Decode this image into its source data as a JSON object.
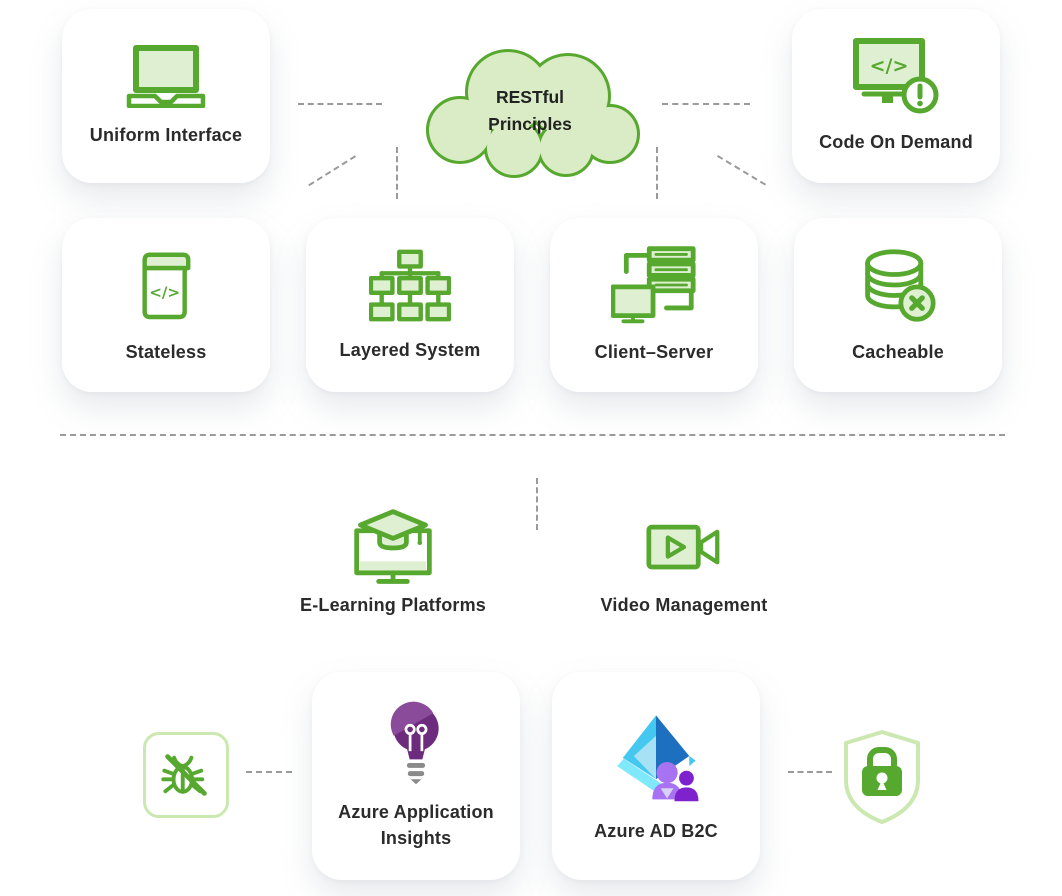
{
  "palette": {
    "green": "#57a82f",
    "green_fill": "#dff0d2",
    "cloud_fill": "#d9ecc5",
    "pale_green_border": "#cbe8b0",
    "dash_gray": "#9a9a9a",
    "text": "#2b2b2b",
    "insights_purple": "#6d2b7e",
    "insights_purple_light": "#8a4b9b",
    "base_gray": "#8a8a8a",
    "b2c_blue_dark": "#1d6fc0",
    "b2c_cyan": "#45c8f0",
    "b2c_cyan_pale": "#a6e1f6",
    "b2c_cyan_bright": "#7fe9fb",
    "b2c_purple_light": "#a873f3",
    "b2c_purple_dark": "#7d22cc"
  },
  "cloud": {
    "line1": "RESTful",
    "line2": "Principles"
  },
  "principle_cards": [
    {
      "label": "Uniform Interface",
      "icon": "laptop-icon"
    },
    {
      "label": "Code On Demand",
      "icon": "code-monitor-alert-icon"
    },
    {
      "label": "Stateless",
      "icon": "code-book-icon"
    },
    {
      "label": "Layered System",
      "icon": "hierarchy-icon"
    },
    {
      "label": "Client–Server",
      "icon": "client-server-icon"
    },
    {
      "label": "Cacheable",
      "icon": "database-cross-icon"
    }
  ],
  "application_items": [
    {
      "label": "E-Learning Platforms",
      "icon": "elearning-monitor-icon"
    },
    {
      "label": "Video Management",
      "icon": "video-camera-icon"
    }
  ],
  "service_cards": [
    {
      "label": "Azure Application Insights",
      "icon": "app-insights-bulb-icon"
    },
    {
      "label": "Azure AD B2C",
      "icon": "azure-ad-b2c-icon"
    }
  ]
}
